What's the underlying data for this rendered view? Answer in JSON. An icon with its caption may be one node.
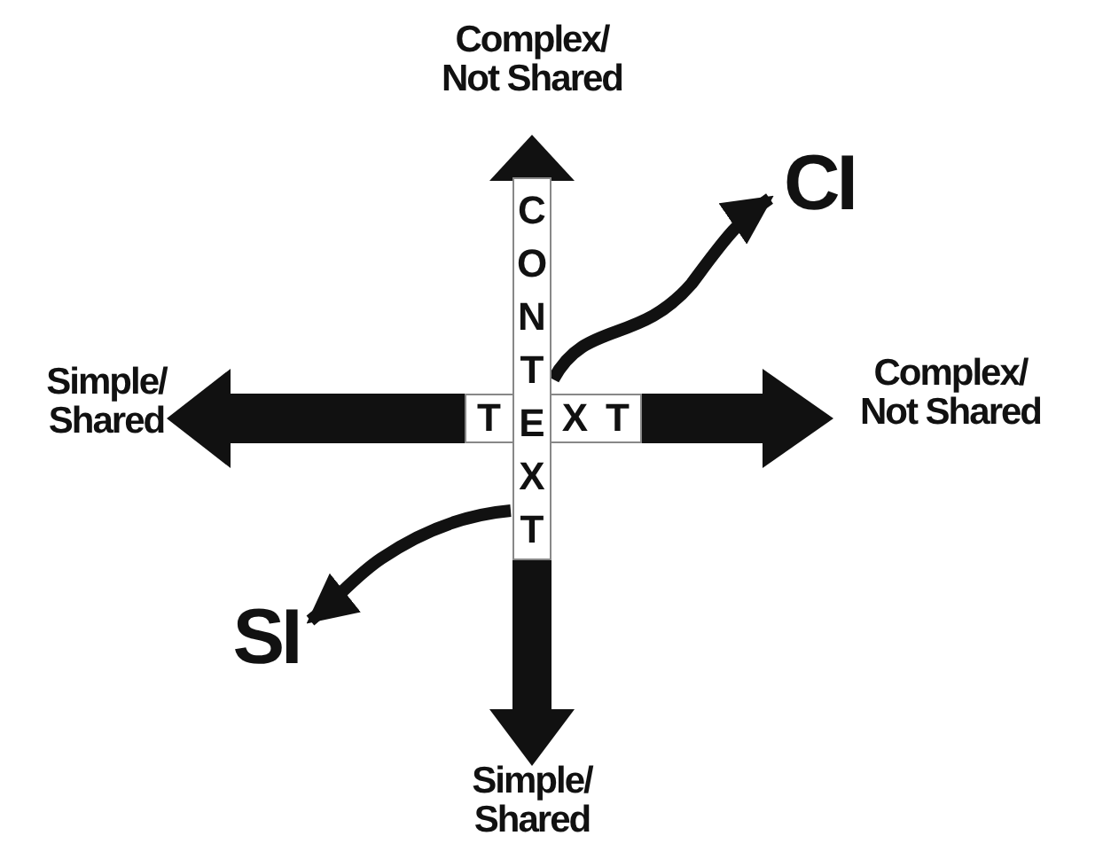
{
  "diagram": {
    "nodes": [
      {
        "text": [
          "CONTEXT"
        ]
      },
      {
        "text": [
          "T",
          "XT"
        ]
      },
      {
        "text": [
          "CI"
        ]
      },
      {
        "text": [
          "SI"
        ]
      }
    ],
    "edges": [
      {
        "from": 0,
        "to": 2,
        "arrow": "to"
      },
      {
        "from": 0,
        "to": 3,
        "arrow": "to"
      }
    ],
    "labels": [
      "Complex/ Not Shared",
      "Simple/ Shared",
      "Complex/ Not Shared",
      "Simple/ Shared"
    ]
  }
}
